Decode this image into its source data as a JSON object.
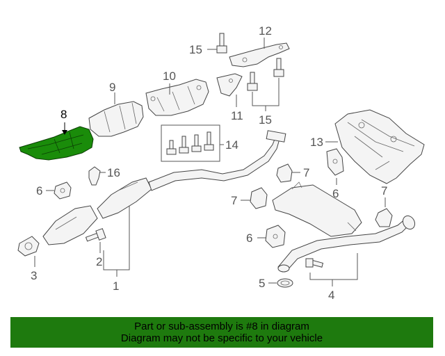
{
  "callouts": {
    "c1": "1",
    "c2": "2",
    "c3": "3",
    "c4": "4",
    "c5": "5",
    "c6a": "6",
    "c6b": "6",
    "c6c": "6",
    "c7a": "7",
    "c7b": "7",
    "c7c": "7",
    "c8": "8",
    "c9": "9",
    "c10": "10",
    "c11": "11",
    "c12": "12",
    "c13": "13",
    "c14": "14",
    "c15a": "15",
    "c15b": "15",
    "c16": "16"
  },
  "highlight_part": "8",
  "colors": {
    "highlight_fill": "#1a8c0a",
    "banner_background": "#1e7a0e",
    "line_art": "#444444"
  },
  "banner": {
    "line1": "Part or sub-assembly is #8 in diagram",
    "line2": "Diagram may not be specific to your vehicle"
  }
}
